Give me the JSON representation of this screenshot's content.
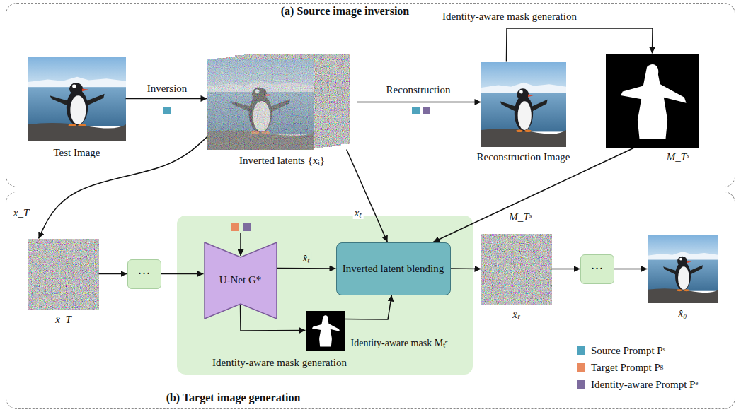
{
  "diagram": {
    "nodes": [
      {
        "text": [
          "(a) Source image inversion"
        ]
      },
      {
        "text": [
          "Test Image"
        ],
        "in": 0
      },
      {
        "text": [
          "Inverted latents {xᵢ}"
        ],
        "in": 0
      },
      {
        "text": [
          "Reconstruction Image"
        ],
        "in": 0
      },
      {
        "text": [
          "M_Tˢ"
        ],
        "in": 0
      },
      {
        "text": [
          "(b) Target image generation"
        ]
      },
      {
        "text": [
          "x̂_T"
        ],
        "in": 5
      },
      {
        "text": [
          "···"
        ],
        "in": 5
      },
      {
        "text": [
          "U-Net G*"
        ],
        "in": 5
      },
      {
        "text": [
          "Inverted latent blending"
        ],
        "in": 5
      },
      {
        "text": [
          "Identity-aware mask Mₜᵉ"
        ],
        "in": 5
      },
      {
        "text": [
          "x̂ₜ"
        ],
        "in": 5
      },
      {
        "text": [
          "···"
        ],
        "in": 5
      },
      {
        "text": [
          "x̂₀"
        ],
        "in": 5
      }
    ],
    "edges": [
      {
        "from": 1,
        "to": 2,
        "arrow": "to",
        "label": "Inversion"
      },
      {
        "from": 2,
        "to": 3,
        "arrow": "to",
        "label": "Reconstruction"
      },
      {
        "from": 3,
        "to": 4,
        "arrow": "to",
        "label": "Identity-aware mask generation"
      },
      {
        "from": 2,
        "to": 6,
        "arrow": "to",
        "label": "x_T"
      },
      {
        "from": 2,
        "to": 9,
        "arrow": "to",
        "label": "xₜ"
      },
      {
        "from": 4,
        "to": 9,
        "arrow": "to",
        "label": "M_Tˢ"
      },
      {
        "from": 6,
        "to": 7,
        "arrow": "to"
      },
      {
        "from": 7,
        "to": 8,
        "arrow": "to"
      },
      {
        "from": 8,
        "to": 9,
        "arrow": "to",
        "label": "x̂ₜ"
      },
      {
        "from": 8,
        "to": 10,
        "arrow": "to",
        "label": "Identity-aware mask generation"
      },
      {
        "from": 10,
        "to": 9,
        "arrow": "to"
      },
      {
        "from": 9,
        "to": 11,
        "arrow": "to"
      },
      {
        "from": 11,
        "to": 12,
        "arrow": "to"
      },
      {
        "from": 12,
        "to": 13,
        "arrow": "to"
      }
    ],
    "legend": [
      {
        "text": "Source Prompt Pˢ",
        "color": "#4fa3bd"
      },
      {
        "text": "Target Prompt Pᵍ",
        "color": "#e98a60"
      },
      {
        "text": "Identity-aware Prompt Pᵉ",
        "color": "#7d6b9e"
      }
    ]
  }
}
